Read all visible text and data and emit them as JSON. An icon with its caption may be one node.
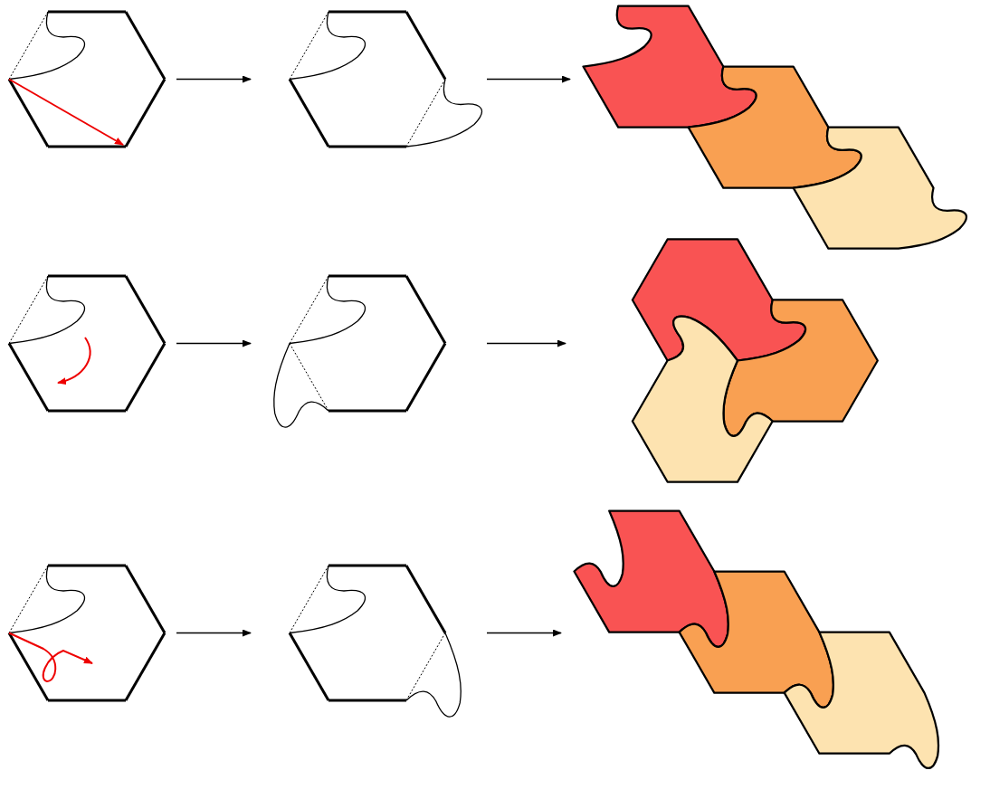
{
  "diagram": {
    "nodes": [
      {
        "text": [],
        "shape": "hexagon"
      },
      {
        "text": [],
        "shape": "hexagon"
      },
      {
        "text": [],
        "shape": "tiling"
      },
      {
        "text": [],
        "shape": "hexagon"
      },
      {
        "text": [],
        "shape": "hexagon"
      },
      {
        "text": [],
        "shape": "tiling"
      },
      {
        "text": [],
        "shape": "hexagon"
      },
      {
        "text": [],
        "shape": "hexagon"
      },
      {
        "text": [],
        "shape": "tiling"
      }
    ],
    "edges": [
      {
        "from": 0,
        "to": 1,
        "arrow": "to"
      },
      {
        "from": 1,
        "to": 2,
        "arrow": "to"
      },
      {
        "from": 3,
        "to": 4,
        "arrow": "to"
      },
      {
        "from": 4,
        "to": 5,
        "arrow": "to"
      },
      {
        "from": 6,
        "to": 7,
        "arrow": "to"
      },
      {
        "from": 7,
        "to": 8,
        "arrow": "to"
      }
    ]
  }
}
